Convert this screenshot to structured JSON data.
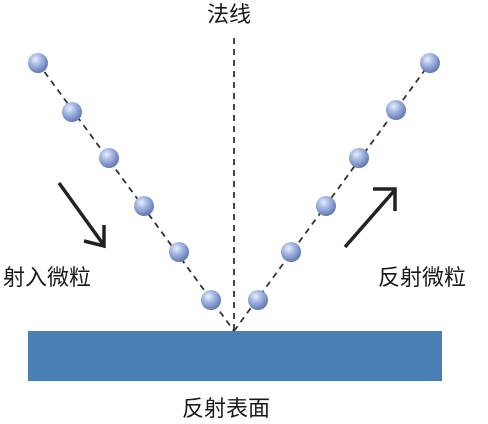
{
  "labels": {
    "normal": "法线",
    "incident_particles": "射入微粒",
    "reflected_particles": "反射微粒",
    "reflecting_surface": "反射表面"
  },
  "colors": {
    "surface": "#4a7fb5",
    "particle_light": "#e8eefb",
    "particle_mid": "#9fb3e0",
    "particle_dark": "#5f75b4",
    "arrow": "#222222",
    "dashed_line": "#333333"
  },
  "particles": {
    "incident_count": 6,
    "reflected_count": 6
  }
}
